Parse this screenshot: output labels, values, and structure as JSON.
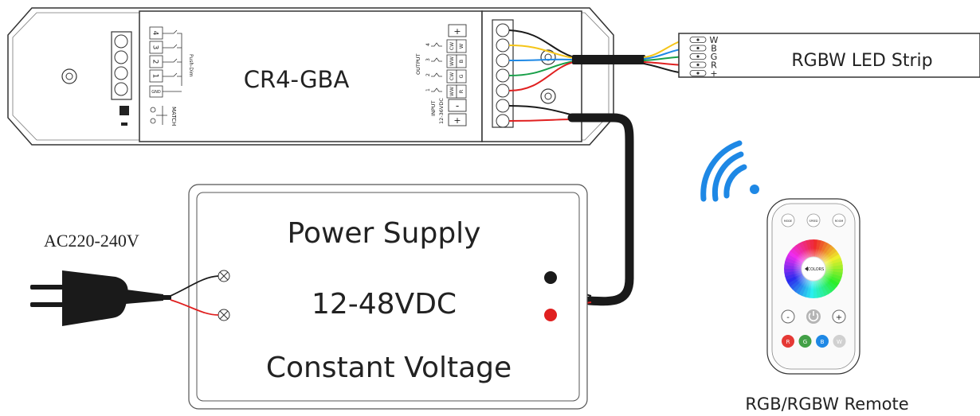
{
  "controller": {
    "model": "CR4-GBA",
    "pushdim_label": "Push-Dim",
    "match_label": "MATCH",
    "gnd_label": "GND",
    "zones": [
      "4",
      "3",
      "2",
      "1"
    ],
    "output_label": "OUTPUT",
    "output_channels": [
      {
        "num": "4",
        "cct": "CW",
        "color": "W"
      },
      {
        "num": "3",
        "cct": "WW",
        "color": "B"
      },
      {
        "num": "2",
        "cct": "CW",
        "color": "G"
      },
      {
        "num": "1",
        "cct": "WW",
        "color": "R"
      }
    ],
    "input_label": "INPUT",
    "input_voltage": "12-36VDC",
    "input_minus": "-",
    "input_plus": "+",
    "output_plus": "+"
  },
  "led_strip": {
    "label": "RGBW LED Strip",
    "pins": [
      "W",
      "B",
      "G",
      "R",
      "+"
    ]
  },
  "power_supply": {
    "title": "Power Supply",
    "voltage": "12-48VDC",
    "type": "Constant Voltage"
  },
  "ac_input": {
    "label": "AC220-240V"
  },
  "remote": {
    "caption": "RGB/RGBW Remote",
    "top_buttons": [
      "MODE",
      "SPEED",
      "ROOM"
    ],
    "brand": "COLORS",
    "minus": "-",
    "plus": "+",
    "color_buttons": [
      "R",
      "G",
      "B",
      "W"
    ]
  },
  "colors": {
    "wire_black": "#1a1a1a",
    "wire_red": "#e02020",
    "wire_green": "#19a04a",
    "wire_blue": "#1e88e5",
    "wire_yellow": "#f5c518",
    "wifi_blue": "#1e88e5"
  }
}
